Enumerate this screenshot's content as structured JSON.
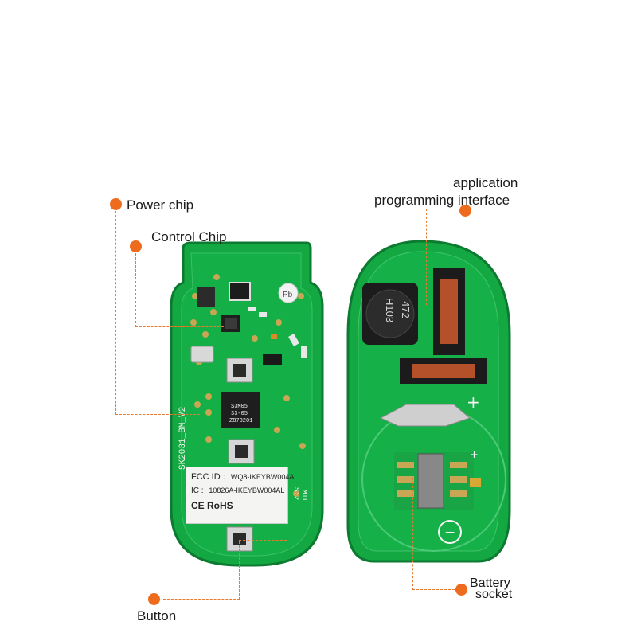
{
  "callouts": {
    "power_chip": "Power chip",
    "control_chip": "Control Chip",
    "button": "Button",
    "api_line1": "application",
    "api_line2": "programming interface",
    "battery_line1": "Battery",
    "battery_line2": "socket"
  },
  "board_front": {
    "silkscreen_model": "SK2031_BM_V2",
    "silkscreen_side": "MTL",
    "silkscreen_side2": "S:2",
    "chip_marking_1": "S3M05",
    "chip_marking_2": "33-05",
    "chip_marking_3": "Z873201",
    "sticker": {
      "fcc_label": "FCC ID :",
      "fcc_value": "WQ8-IKEYBW004AL",
      "ic_label": "IC :",
      "ic_value": "10826A-IKEYBW004AL",
      "certs": "CE RoHS"
    }
  },
  "board_back": {
    "inductor_line1": "472",
    "inductor_line2": "H103",
    "plus_top": "+",
    "plus_small": "+",
    "minus": "−"
  },
  "colors": {
    "pcb": "#14a843",
    "pcb_dark": "#0f8a36",
    "accent": "#ee6a1c",
    "pad": "#c9a654"
  }
}
